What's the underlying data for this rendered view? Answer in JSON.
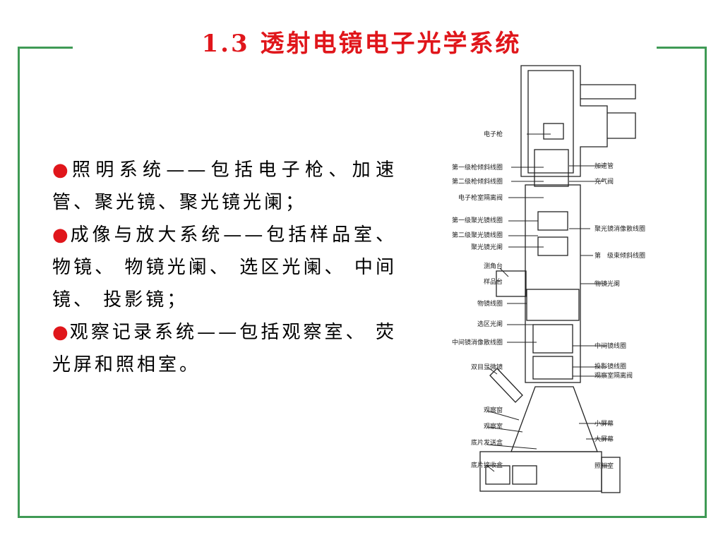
{
  "title": "1.3 透射电镜电子光学系统",
  "bullets": [
    {
      "marker": "●",
      "text": "照明系统——包括电子枪、加速管、聚光镜、聚光镜光阑；"
    },
    {
      "marker": "●",
      "text": "成像与放大系统——包括样品室、 物镜、 物镜光阑、 选区光阑、 中间镜、 投影镜；"
    },
    {
      "marker": "●",
      "text": "观察记录系统——包括观察室、 荧光屏和照相室。"
    }
  ],
  "diagram": {
    "left_labels": [
      "电子枪",
      "第一级枪倾斜线圈",
      "第二级枪倾斜线圈",
      "电子枪室隔离阀",
      "第一级聚光镜线圈",
      "第二级聚光镜线圈",
      "聚光镜光阑",
      "测角台",
      "样品台",
      "物镜线圈",
      "选区光阑",
      "中间镜消像散线圈",
      "双目显微镜",
      "观察窗",
      "观察室",
      "底片发送盒",
      "底片接收盒"
    ],
    "right_labels": [
      "加速管",
      "充气阀",
      "聚光镜消像散线圈",
      "第　级束倾斜线圈",
      "物镜光阑",
      "中间镜线圈",
      "投影镜线圈",
      "观察室隔离阀",
      "小屏幕",
      "大屏幕",
      "照相室"
    ]
  },
  "colors": {
    "title": "#e0161b",
    "frame": "#3f9a55",
    "bullet": "#e0161b"
  }
}
